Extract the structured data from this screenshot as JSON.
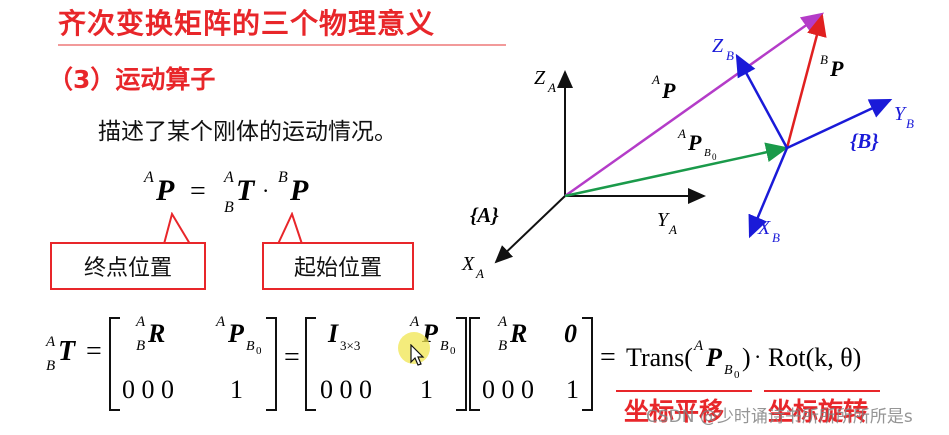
{
  "title": "齐次变换矩阵的三个物理意义",
  "section": "（3）运动算子",
  "description": "描述了某个刚体的运动情况。",
  "callouts": {
    "end": "终点位置",
    "start": "起始位置"
  },
  "labels": {
    "translation": "坐标平移",
    "rotation": "坐标旋转"
  },
  "equation": {
    "trans": "Trans(",
    "rot": "Rot(k, θ)",
    "zeros": "0 0 0",
    "one": "1",
    "zero": "0",
    "i33": "I",
    "i33_sub": "3×3"
  },
  "diagram": {
    "frame_A": "{A}",
    "frame_B": "{B}",
    "axes_A": {
      "x": "X",
      "y": "Y",
      "z": "Z",
      "sub": "A"
    },
    "axes_B": {
      "x": "X",
      "y": "Y",
      "z": "Z",
      "sub": "B"
    },
    "vec_AP": "P",
    "vec_BP": "P",
    "vec_APB0": "P"
  },
  "watermark": "CSDN @少时诵诗书所所所所所是s",
  "colors": {
    "accent": "#e8262a",
    "purple": "#b43cc8",
    "green": "#1a9a4a",
    "blue": "#1a1ad8",
    "red": "#e02020"
  }
}
